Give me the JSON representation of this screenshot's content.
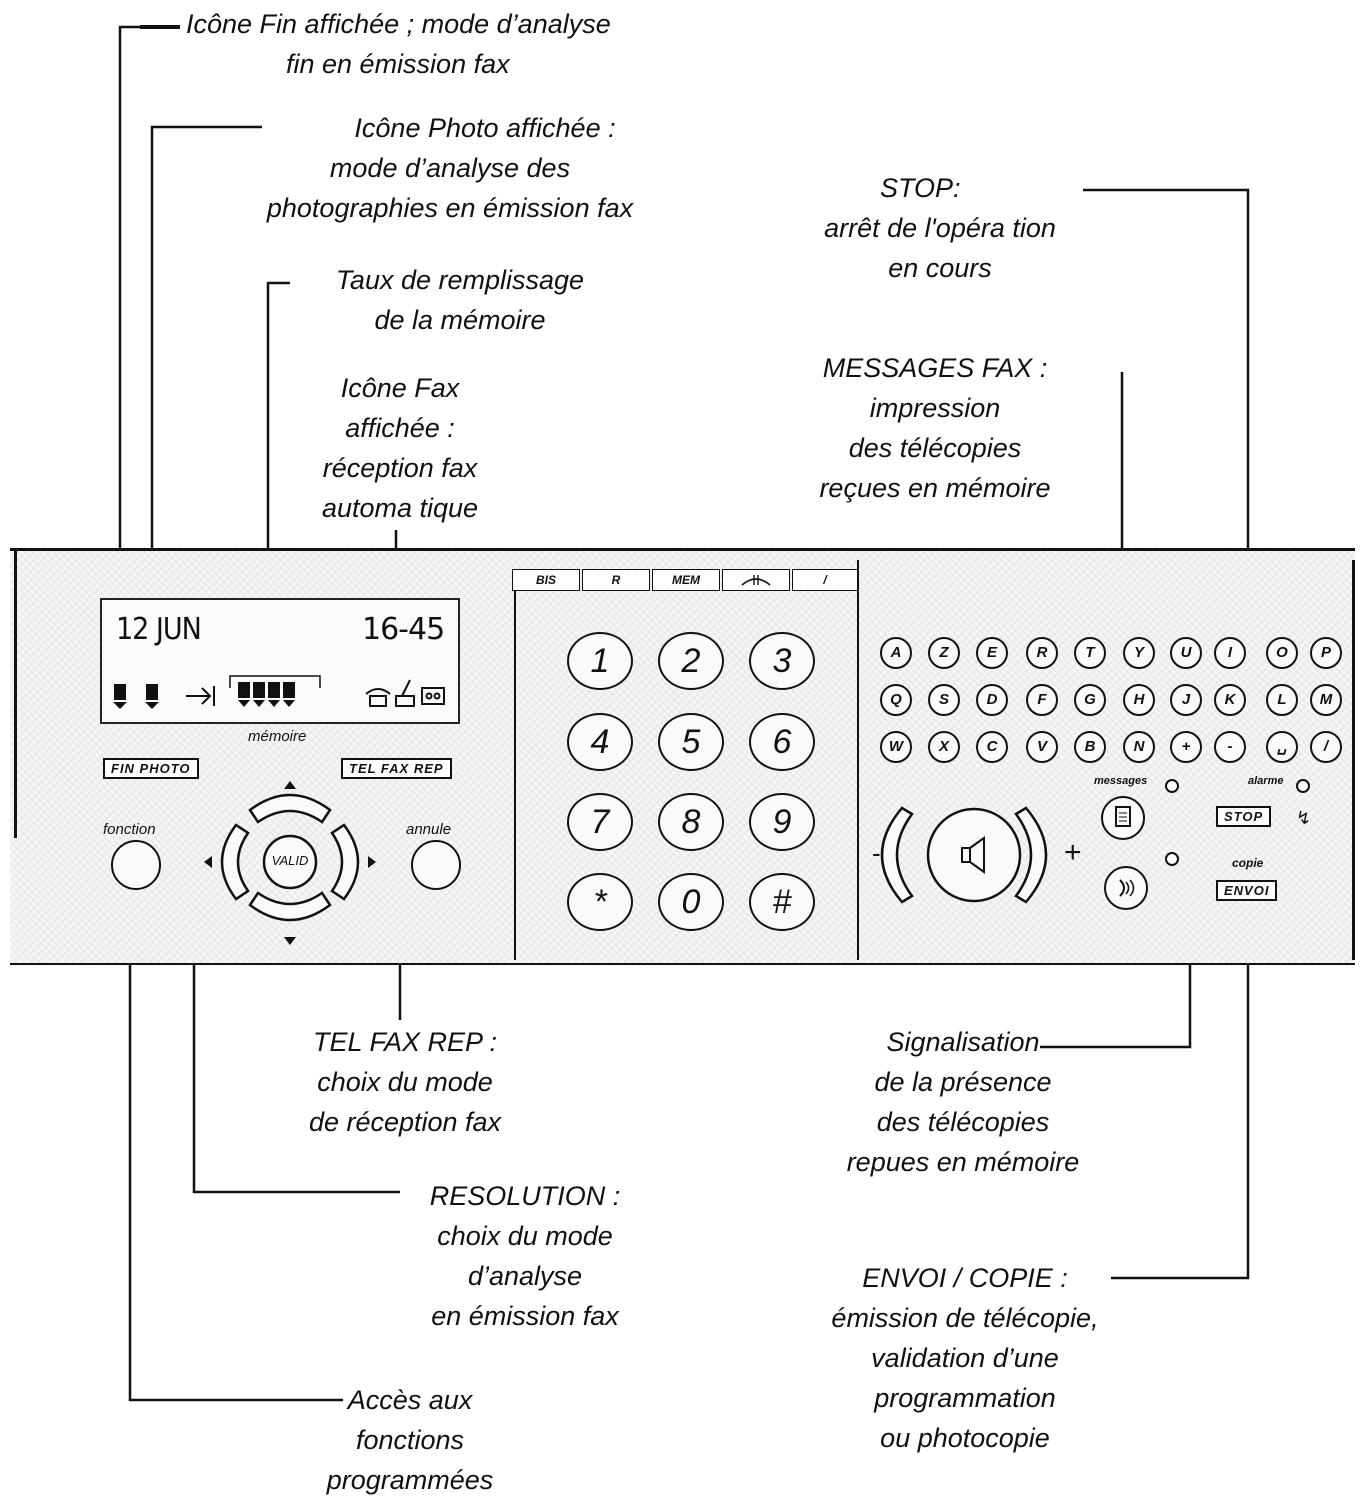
{
  "annotations": {
    "fin": [
      "Icône Fin affichée ; mode d’analyse",
      "fin en émission fax"
    ],
    "photo": [
      "Icône Photo affichée :",
      "mode d’analyse des",
      "photographies en émission fax"
    ],
    "memoire": [
      "Taux de remplissage",
      "de la mémoire"
    ],
    "fax_icon": [
      "Icône Fax",
      "affichée :",
      "réception fax",
      "automa tique"
    ],
    "stop": [
      "STOP:",
      "arrêt de l'opéra tion",
      "en cours"
    ],
    "messages": [
      "MESSAGES FAX :",
      "impression",
      "des télécopies",
      "reçues en mémoire"
    ],
    "tel_fax_rep": [
      "TEL FAX REP :",
      "choix du mode",
      "de réception fax"
    ],
    "signalisation": [
      "Signalisation",
      "de la présence",
      "des télécopies",
      "repues en mémoire"
    ],
    "resolution": [
      "RESOLUTION :",
      "choix du mode",
      "d’analyse",
      "en émission fax"
    ],
    "envoi": [
      "ENVOI / COPIE :",
      "émission de télécopie,",
      "validation d’une",
      "programmation",
      "ou photocopie"
    ],
    "fonctions": [
      "Accès aux",
      "fonctions",
      "programmées"
    ]
  },
  "lcd": {
    "date": "12 JUN",
    "time": "16-45"
  },
  "panel_labels": {
    "memoire": "mémoire",
    "fin_photo": "FIN PHOTO",
    "tel_fax_rep": "TEL FAX REP",
    "fonction": "fonction",
    "annule": "annule",
    "valid": "VALID",
    "messages": "messages",
    "alarme": "alarme",
    "stop": "STOP",
    "copie": "copie",
    "envoi": "ENVOI",
    "minus": "-",
    "plus": "+"
  },
  "tabs": [
    "BIS",
    "R",
    "MEM",
    "",
    "/"
  ],
  "keypad": [
    "1",
    "2",
    "3",
    "4",
    "5",
    "6",
    "7",
    "8",
    "9",
    "*",
    "0",
    "#"
  ],
  "alpha_rows": [
    [
      "A",
      "Z",
      "E",
      "R",
      "T",
      "Y",
      "U",
      "I",
      "O",
      "P"
    ],
    [
      "Q",
      "S",
      "D",
      "F",
      "G",
      "H",
      "J",
      "K",
      "L",
      "M"
    ],
    [
      "W",
      "X",
      "C",
      "V",
      "B",
      "N",
      "+",
      "-",
      "␣",
      "/"
    ]
  ],
  "icons": [
    "fin-marker-icon",
    "photo-marker-icon",
    "arrow-in-icon",
    "memory-gauge-icon",
    "phone-icon",
    "fax-icon",
    "answering-machine-icon",
    "speaker-icon",
    "handset-voice-icon",
    "document-icon",
    "alarm-bell-icon"
  ]
}
